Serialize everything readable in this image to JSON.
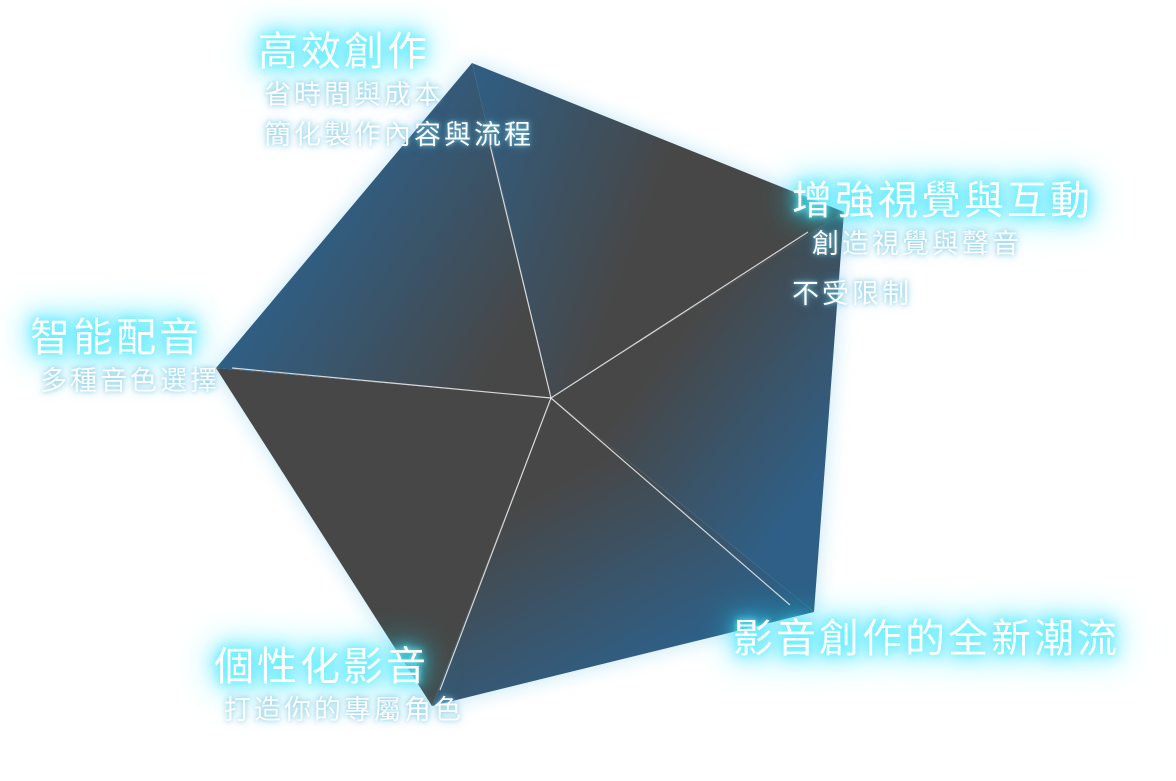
{
  "colors": {
    "dark": "#474747",
    "blue": "#2f5f86",
    "line": "#e8e8e8",
    "glow": "#3fe8ff"
  },
  "features": [
    {
      "id": "efficient",
      "title": "高效創作",
      "lines": [
        "省時間與成本",
        "簡化製作內容與流程"
      ]
    },
    {
      "id": "visual",
      "title": "增強視覺與互動",
      "lines": [
        "創造視覺與聲音",
        "不受限制"
      ]
    },
    {
      "id": "trend",
      "title": "影音創作的全新潮流",
      "lines": []
    },
    {
      "id": "personal",
      "title": "個性化影音",
      "lines": [
        "打造你的專屬角色"
      ]
    },
    {
      "id": "voice",
      "title": "智能配音",
      "lines": [
        "多種音色選擇"
      ]
    }
  ]
}
